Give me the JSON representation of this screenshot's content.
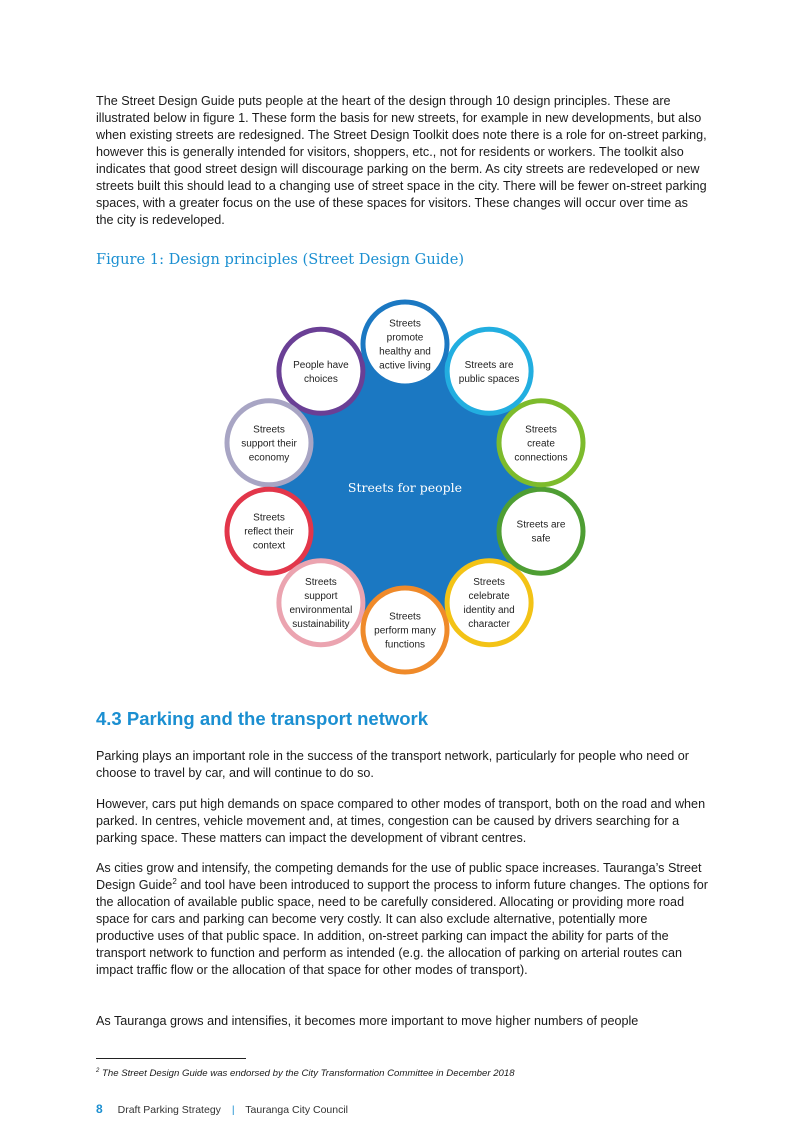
{
  "intro_paragraph": "The Street Design Guide puts people at the heart of the design through 10 design principles. These are illustrated below in figure 1. These form the basis for new streets, for example in new developments, but also when existing streets are redesigned. The Street Design Toolkit does note there is a role for on-street parking, however this is generally intended for visitors, shoppers, etc., not for residents or workers. The toolkit also indicates that good street design will discourage parking on the berm. As city streets are redeveloped or new streets built this should lead to a changing use of street space in the city. There will be fewer on-street parking spaces, with a greater focus on the use of these spaces for visitors. These changes will occur over time as the city is redeveloped.",
  "figure": {
    "title": "Figure 1: Design principles (Street Design Guide)",
    "center_label": "Streets for people",
    "center_color": "#1b78c2",
    "principles": [
      {
        "lines": [
          "Streets",
          "promote",
          "healthy and",
          "active living"
        ],
        "color": "#1b78c2"
      },
      {
        "lines": [
          "Streets are",
          "public spaces"
        ],
        "color": "#22aee0"
      },
      {
        "lines": [
          "Streets",
          "create",
          "connections"
        ],
        "color": "#7dbb2c"
      },
      {
        "lines": [
          "Streets are",
          "safe"
        ],
        "color": "#4e9e33"
      },
      {
        "lines": [
          "Streets",
          "celebrate",
          "identity and",
          "character"
        ],
        "color": "#f3c316"
      },
      {
        "lines": [
          "Streets",
          "perform many",
          "functions"
        ],
        "color": "#ef8a2a"
      },
      {
        "lines": [
          "Streets",
          "support",
          "environmental",
          "sustainability"
        ],
        "color": "#eba4b0"
      },
      {
        "lines": [
          "Streets",
          "reflect their",
          "context"
        ],
        "color": "#e2364a"
      },
      {
        "lines": [
          "Streets",
          "support their",
          "economy"
        ],
        "color": "#a8a5c4"
      },
      {
        "lines": [
          "People have",
          "choices"
        ],
        "color": "#6a3f95"
      }
    ]
  },
  "section": {
    "heading": "4.3 Parking and the transport network",
    "paragraph1": "Parking plays an important role in the success of the transport network, particularly for people who need or choose to travel by car, and will continue to do so.",
    "paragraph2": "However, cars put high demands on space compared to other modes of transport, both on the road and when parked. In centres, vehicle movement and, at times, congestion can be caused by drivers searching for a parking space. These matters can impact the development of vibrant centres.",
    "paragraph3_part1": "As cities grow and intensify, the competing demands for the use of public space increases. Tauranga’s Street Design Guide",
    "paragraph3_footnote_ref": "2",
    "paragraph3_part2": " and tool have been introduced to support the process to inform future changes. The options for the allocation of available public space, need to be carefully considered. Allocating or providing more road space for cars and parking can become very costly. It can also exclude alternative, potentially more productive uses of that public space. In addition, on-street parking can impact the ability for parts of the transport network to function and perform as intended (e.g. the allocation of parking on arterial routes can impact traffic flow or the allocation of that space for other modes of transport).",
    "paragraph4": "As Tauranga grows and intensifies, it becomes more important to move higher numbers of people"
  },
  "footnote": {
    "number": "2",
    "text": "The Street Design Guide was endorsed by the City Transformation Committee in December 2018"
  },
  "footer": {
    "page_number": "8",
    "document_title": "Draft Parking Strategy",
    "separator": "|",
    "organisation": "Tauranga City Council"
  }
}
